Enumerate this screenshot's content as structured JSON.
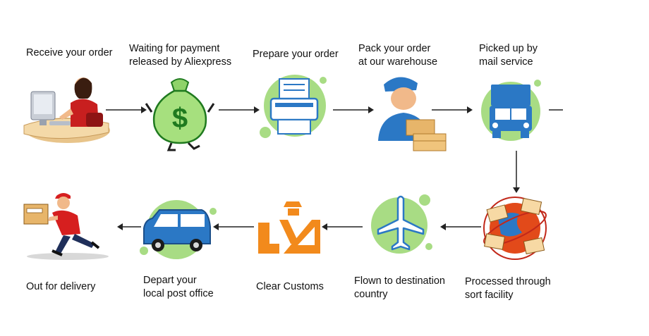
{
  "steps": [
    {
      "label_lines": [
        "Receive your order"
      ],
      "icon": "customer-at-computer-icon"
    },
    {
      "label_lines": [
        "Waiting for payment",
        "released by Aliexpress"
      ],
      "icon": "money-bag-icon"
    },
    {
      "label_lines": [
        "Prepare your order"
      ],
      "icon": "printer-icon"
    },
    {
      "label_lines": [
        "Pack your order",
        "at our warehouse"
      ],
      "icon": "warehouse-worker-icon"
    },
    {
      "label_lines": [
        "Picked up by",
        "mail service"
      ],
      "icon": "truck-icon"
    },
    {
      "label_lines": [
        "Processed through",
        "sort facility"
      ],
      "icon": "globe-mail-icon"
    },
    {
      "label_lines": [
        "Flown to destination",
        "country"
      ],
      "icon": "airplane-icon"
    },
    {
      "label_lines": [
        "Clear Customs"
      ],
      "icon": "customs-officer-icon"
    },
    {
      "label_lines": [
        "Depart your",
        "local post office"
      ],
      "icon": "van-icon"
    },
    {
      "label_lines": [
        "Out for delivery"
      ],
      "icon": "courier-running-icon"
    }
  ],
  "colors": {
    "green_circle": "#a8dc84",
    "blue": "#2b78c5",
    "orange": "#f28a1c",
    "arrow": "#222222"
  }
}
